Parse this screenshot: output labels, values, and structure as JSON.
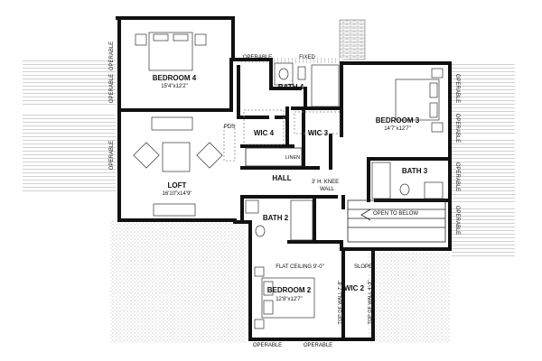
{
  "rooms": {
    "bedroom4": {
      "name": "BEDROOM 4",
      "dim": "15'4\"x12'2\""
    },
    "bedroom3": {
      "name": "BEDROOM 3",
      "dim": "14'7\"x12'7\""
    },
    "bedroom2": {
      "name": "BEDROOM 2",
      "dim": "12'8\"x12'7\""
    },
    "loft": {
      "name": "LOFT",
      "dim": "16'10\"x14'9\""
    },
    "bath4": {
      "name": "BATH 4"
    },
    "bath3": {
      "name": "BATH 3"
    },
    "bath2": {
      "name": "BATH 2"
    },
    "wic4": {
      "name": "WIC 4"
    },
    "wic3": {
      "name": "WIC 3"
    },
    "wic2": {
      "name": "WIC 2"
    },
    "linen": {
      "name": "LINEN"
    },
    "hall": {
      "name": "HALL"
    }
  },
  "notes": {
    "operable": "OPERABLE",
    "fixed": "FIXED",
    "pds": "PDS",
    "knee_wall_1": "3' H. KNEE",
    "knee_wall_2": "WALL",
    "open_to_below": "OPEN TO BELOW",
    "flat_ceiling": "FLAT CEILING 9'-0\"",
    "slope": "SLOPE",
    "top_wall_left": "TOP OF WALL 7'-8\"",
    "top_wall_right": "TOP OF WALL 4'-3\""
  },
  "colors": {
    "wall": "#111111",
    "roof_line": "#bdbdbd",
    "roof_stipple": "#9e9e9e",
    "brick": "#8a8a8a"
  }
}
